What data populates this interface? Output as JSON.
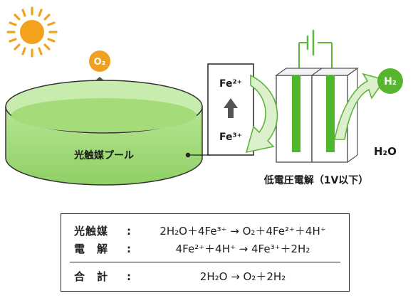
{
  "labels": {
    "o2_bubble": "O₂",
    "h2_bubble": "H₂",
    "fe2": "Fe²⁺",
    "fe3": "Fe³⁺",
    "pool": "光触媒プール",
    "h2o": "H₂O",
    "electrolysis": "低電圧電解（1V以下）"
  },
  "equations": [
    {
      "label": "光触媒",
      "colon": ":",
      "text": "2H₂O＋4Fe³⁺ → O₂＋4Fe²⁺＋4H⁺"
    },
    {
      "label": "電　解",
      "colon": ":",
      "text": "4Fe²⁺＋4H⁺ → 4Fe³⁺＋2H₂"
    },
    {
      "label": "合　計",
      "colon": ":",
      "text": "2H₂O → O₂＋2H₂"
    }
  ],
  "colors": {
    "sun": "#f2a21c",
    "o2_bubble": "#f0a020",
    "h2_bubble": "#55b52d",
    "pool_liquid": "#9ad86e",
    "pool_rim": "#c8ecae",
    "electrode": "#4fb52a",
    "arrow_fill": "#dcf0cd",
    "arrow_stroke": "#5cb63a",
    "dark_arrow": "#555555"
  },
  "icons": [
    "sun-icon",
    "battery-icon",
    "up-arrow-icon"
  ]
}
